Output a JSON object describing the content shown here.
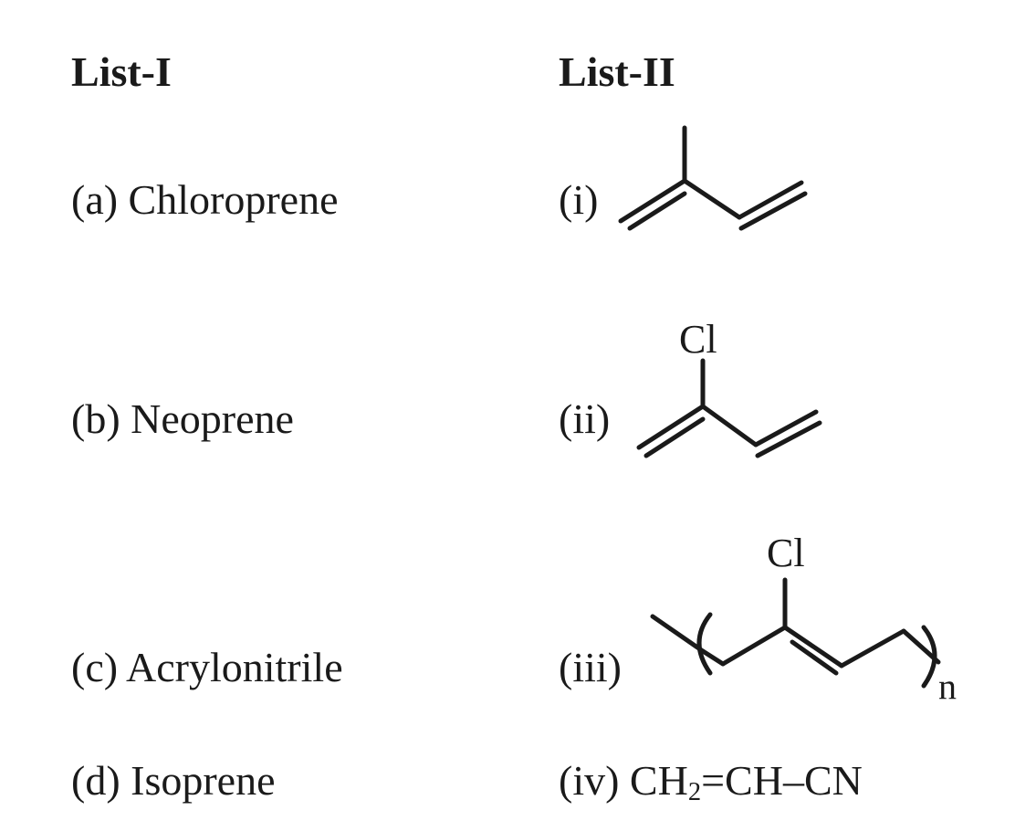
{
  "list1": {
    "heading": "List-I",
    "items": [
      "(a) Chloroprene",
      "(b) Neoprene",
      "(c) Acrylonitrile",
      "(d) Isoprene"
    ]
  },
  "list2": {
    "heading": "List-II",
    "items": [
      {
        "label": "(i)"
      },
      {
        "label": "(ii)",
        "substituent": "Cl"
      },
      {
        "label": "(iii)",
        "substituent": "Cl",
        "repeat": "n"
      },
      {
        "label": "(iv)",
        "formula_pre": "CH",
        "formula_sub": "2",
        "formula_post": "=CH–CN"
      }
    ]
  }
}
